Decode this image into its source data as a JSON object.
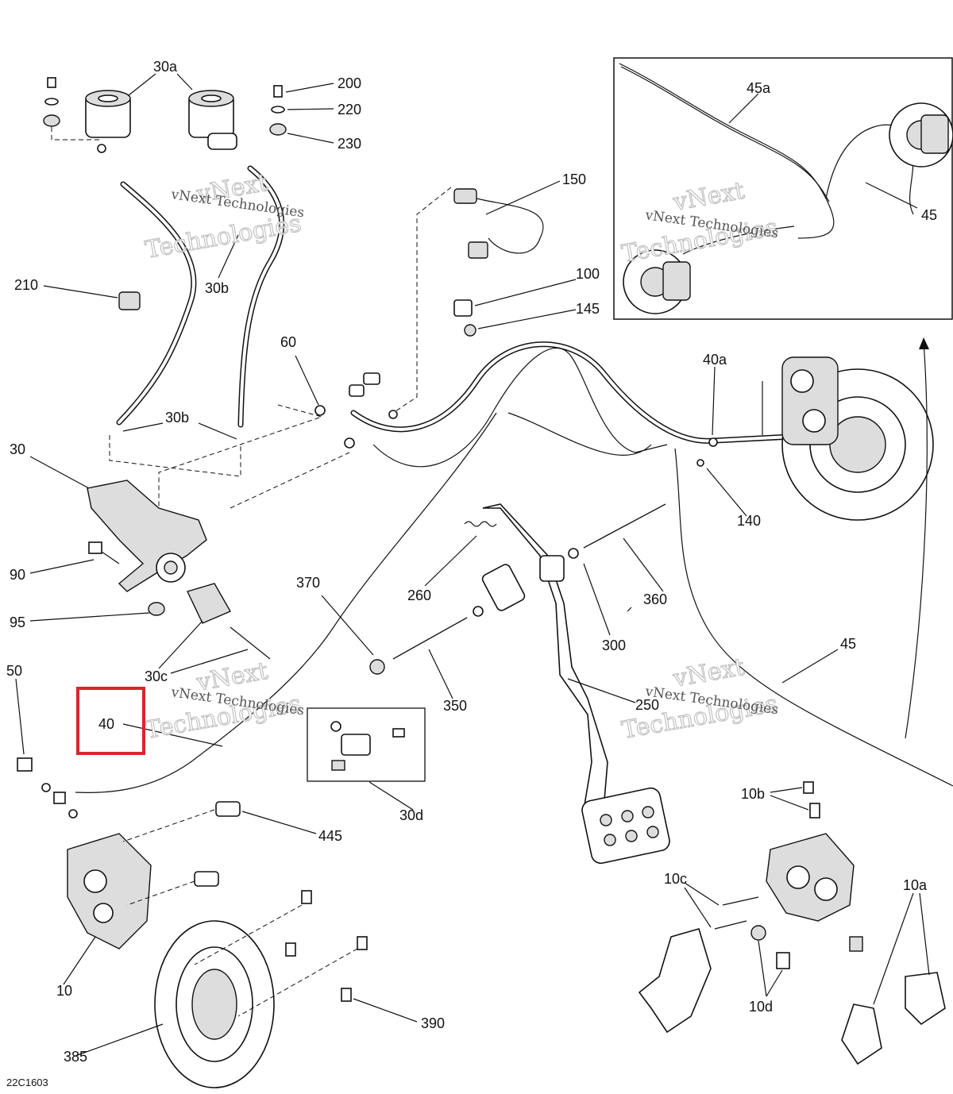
{
  "diagram": {
    "code": "22C1603",
    "watermark": {
      "line1": "vNext",
      "line2": "Technologies",
      "small": "vNext Technologies"
    },
    "highlight_color": "#d9262b",
    "highlighted_label": "40",
    "labels": {
      "l30a": "30a",
      "l200": "200",
      "l220": "220",
      "l230": "230",
      "l210": "210",
      "l30b_top": "30b",
      "l30b_bot": "30b",
      "l150": "150",
      "l100": "100",
      "l145": "145",
      "l45a": "45a",
      "l45_inset": "45",
      "l60": "60",
      "l40a": "40a",
      "l30": "30",
      "l140": "140",
      "l90": "90",
      "l95": "95",
      "l260": "260",
      "l370": "370",
      "l360": "360",
      "l300": "300",
      "l30c": "30c",
      "l350": "350",
      "l250": "250",
      "l45": "45",
      "l50": "50",
      "l40": "40",
      "l30d": "30d",
      "l445": "445",
      "l10b": "10b",
      "l10c": "10c",
      "l10a": "10a",
      "l10": "10",
      "l10d": "10d",
      "l390": "390",
      "l385": "385"
    }
  }
}
